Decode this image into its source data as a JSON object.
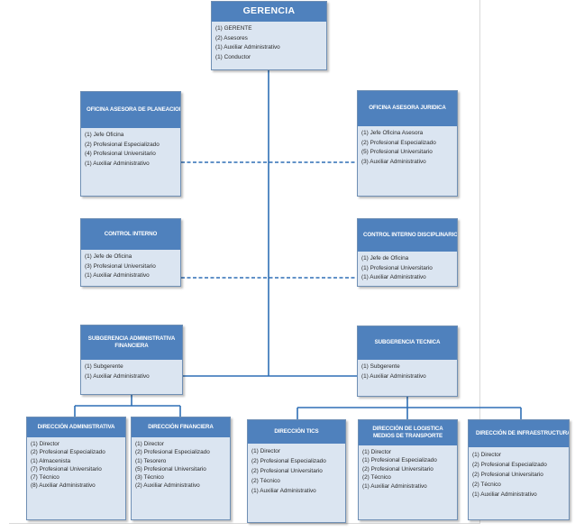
{
  "gerencia": {
    "title": "GERENCIA",
    "items": [
      "(1) GERENTE",
      "(2) Asesores",
      "(1) Auxiliar Administrativo",
      "(1) Conductor"
    ]
  },
  "planeacion": {
    "title": "OFICINA ASESORA DE PLANEACION",
    "items": [
      "(1) Jefe Oficina",
      "(2) Profesional Especializado",
      "(4) Profesional Universitario",
      "(1) Auxiliar Administrativo"
    ]
  },
  "juridica": {
    "title": "OFICINA ASESORA JURIDICA",
    "items": [
      "(1) Jefe Oficina Asesora",
      "(2) Profesional Especializado",
      "(5) Profesional Universitario",
      "(3) Auxiliar Administrativo"
    ]
  },
  "control_interno": {
    "title": "CONTROL INTERNO",
    "items": [
      "(1) Jefe de Oficina",
      "(3) Profesional Universitario",
      "(1) Auxiliar Administrativo"
    ]
  },
  "control_disciplinario": {
    "title": "CONTROL INTERNO DISCIPLINARIO",
    "items": [
      "(1) Jefe de Oficina",
      "(1) Profesional Universitario",
      "(1) Auxiliar Administrativo"
    ]
  },
  "subgerencia_admin": {
    "title": "SUBGERENCIA ADMINISTRATIVA FINANCIERA",
    "items": [
      "(1) Subgerente",
      "(1) Auxiliar Administrativo"
    ]
  },
  "subgerencia_tecnica": {
    "title": "SUBGERENCIA TECNICA",
    "items": [
      "(1) Subgerente",
      "(1) Auxiliar Administrativo"
    ]
  },
  "dir_administrativa": {
    "title": "DIRECCIÓN ADMINISTRATIVA",
    "items": [
      "(1) Director",
      "(2) Profesional Especializado",
      "(1) Almacenista",
      "(7) Profesional Universitario",
      "(7) Técnico",
      "(8) Auxiliar Administrativo"
    ]
  },
  "dir_financiera": {
    "title": "DIRECCIÓN FINANCIERA",
    "items": [
      "(1) Director",
      "(2) Profesional Especializado",
      "(1) Tesorero",
      "(5) Profesional Universitario",
      "(3) Técnico",
      "(2) Auxiliar Administrativo"
    ]
  },
  "dir_tics": {
    "title": "DIRECCIÓN TICS",
    "items": [
      "(1) Director",
      "(2) Profesional Especializado",
      "(2) Profesional Universitario",
      "(2) Técnico",
      "(1) Auxiliar Administrativo"
    ]
  },
  "dir_logistica": {
    "title": "DIRECCIÓN DE LOGISTICA MEDIOS DE TRANSPORTE",
    "items": [
      "(1) Director",
      "(1) Profesional Especializado",
      "(2) Profesional Universitario",
      "(2) Técnico",
      "(1) Auxiliar Administrativo"
    ]
  },
  "dir_infraestructura": {
    "title": "DIRECCIÓN DE INFRAESTRUCTURA",
    "items": [
      "(1) Director",
      "(2) Profesional Especializado",
      "(2) Profesional Universitario",
      "(2) Técnico",
      "(1) Auxiliar Administrativo"
    ]
  },
  "colors": {
    "header": "#4f81bd",
    "body": "#dbe5f1",
    "border": "#6f8fb4",
    "line": "#2e6fb5"
  }
}
